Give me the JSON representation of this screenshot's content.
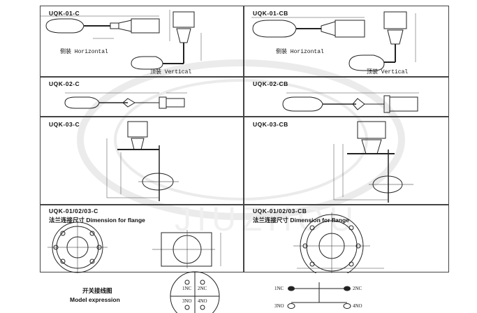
{
  "panels": {
    "p01c": {
      "title": "UQK-01-C",
      "horizontal": "侧装 Horizontal",
      "vertical": "顶装 Vertical"
    },
    "p01cb": {
      "title": "UQK-01-CB",
      "horizontal": "侧装 Horizontal",
      "vertical": "顶装 Vertical"
    },
    "p02c": {
      "title": "UQK-02-C"
    },
    "p02cb": {
      "title": "UQK-02-CB"
    },
    "p03c": {
      "title": "UQK-03-C"
    },
    "p03cb": {
      "title": "UQK-03-CB"
    },
    "flange_c": {
      "title": "UQK-01/02/03-C",
      "subtitle": "法兰连接尺寸 Dimension for flange"
    },
    "flange_cb": {
      "title": "UQK-01/02/03-CB",
      "subtitle": "法兰连接尺寸 Dimension for flange"
    }
  },
  "wiring": {
    "title_cn": "开关接线图",
    "title_en": "Model expression",
    "terminals": [
      "1NC",
      "2NC",
      "3NO",
      "4NO"
    ]
  },
  "watermark": "JIUZHOU"
}
